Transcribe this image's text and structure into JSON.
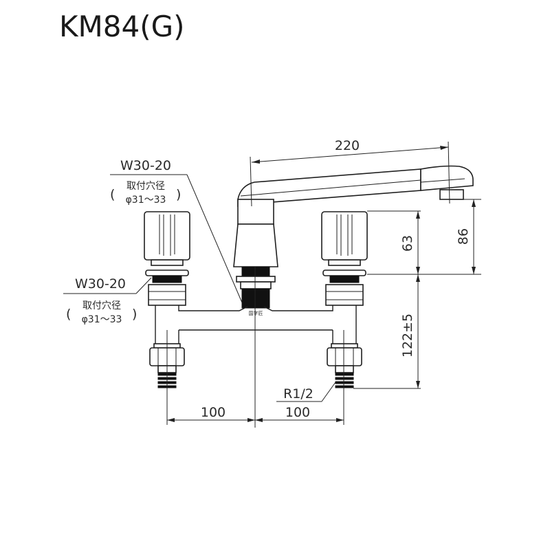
{
  "title": "KM84(G)",
  "callouts": {
    "top_left": {
      "thread": "W30-20",
      "note_line1": "取付穴径",
      "note_line2": "φ31～33",
      "paren_open": "(",
      "paren_close": ")"
    },
    "mid_left": {
      "thread": "W30-20",
      "note_line1": "取付穴径",
      "note_line2": "φ31～33",
      "paren_open": "(",
      "paren_close": ")"
    },
    "pipe_thread": "R1/2",
    "body_mark": "国字匠"
  },
  "dimensions": {
    "spout_reach": "220",
    "handle_height": "63",
    "spout_height": "86",
    "body_height": "122±5",
    "left_spacing": "100",
    "right_spacing": "100"
  },
  "colors": {
    "line": "#1e1e1e",
    "text": "#2a2a2a",
    "background": "#ffffff"
  }
}
